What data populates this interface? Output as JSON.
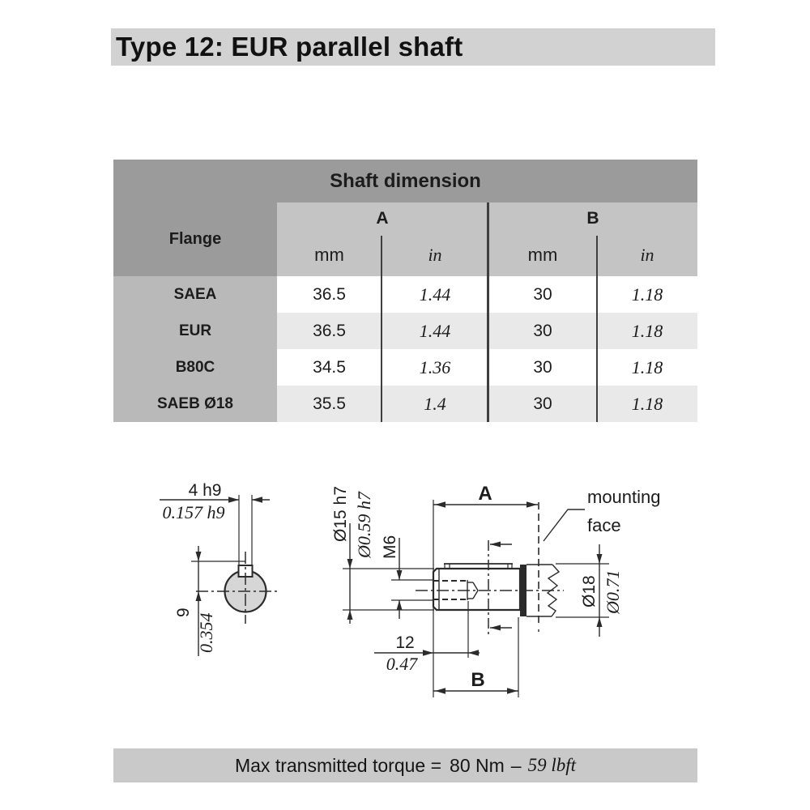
{
  "title": "Type 12: EUR parallel shaft",
  "table": {
    "header": "Shaft dimension",
    "flange_col": "Flange",
    "col_a": "A",
    "col_b": "B",
    "unit_mm_a": "mm",
    "unit_in_a": "in",
    "unit_mm_b": "mm",
    "unit_in_b": "in",
    "rows": [
      {
        "flange": "SAEA",
        "a_mm": "36.5",
        "a_in": "1.44",
        "b_mm": "30",
        "b_in": "1.18"
      },
      {
        "flange": "EUR",
        "a_mm": "36.5",
        "a_in": "1.44",
        "b_mm": "30",
        "b_in": "1.18"
      },
      {
        "flange": "B80C",
        "a_mm": "34.5",
        "a_in": "1.36",
        "b_mm": "30",
        "b_in": "1.18"
      },
      {
        "flange": "SAEB Ø18",
        "a_mm": "35.5",
        "a_in": "1.4",
        "b_mm": "30",
        "b_in": "1.18"
      }
    ]
  },
  "drawing": {
    "key_width_mm": "4 h9",
    "key_width_in": "0.157 h9",
    "key_depth_mm": "9",
    "key_depth_in": "0.354",
    "dim_a_label": "A",
    "dim_b_label": "B",
    "shaft_dia_mm": "Ø15 h7",
    "shaft_dia_in": "Ø0.59 h7",
    "thread_label": "M6",
    "thread_depth_mm": "12",
    "thread_depth_in": "0.47",
    "pilot_dia_mm": "Ø18",
    "pilot_dia_in": "Ø0.71",
    "mounting_face_line1": "mounting",
    "mounting_face_line2": "face"
  },
  "footer": {
    "label": "Max transmitted torque =",
    "metric": "80 Nm",
    "dash": "–",
    "imperial": "59 lbft"
  },
  "colors": {
    "title_bar_bg": "#d2d2d2",
    "table_header_dark": "#9b9b9b",
    "table_header_light": "#c4c4c4",
    "flange_column_bg": "#b9b9b9",
    "row_alt_bg": "#e9e9e9",
    "footer_bar_bg": "#c9c9c9",
    "line_color": "#2b2b2b",
    "shaft_section_fill": "#d6d6d6"
  }
}
